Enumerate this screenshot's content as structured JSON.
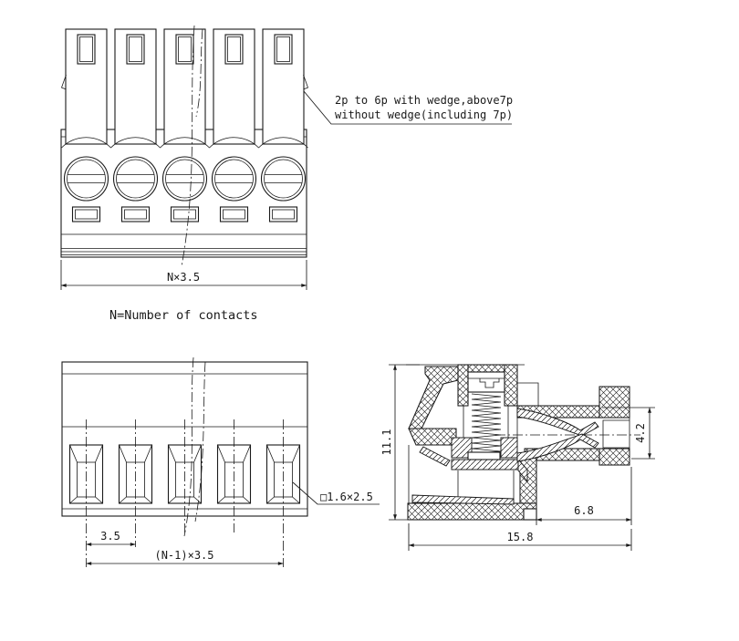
{
  "colors": {
    "background": "#ffffff",
    "line": "#1a1a1a"
  },
  "front_view": {
    "dim_total_pitch": "N×3.5",
    "wedge_note_line1": "2p to 6p with wedge,above7p",
    "wedge_note_line2": "without wedge(including 7p)"
  },
  "note_contacts": "N=Number of contacts",
  "bottom_view": {
    "dim_pitch": "3.5",
    "dim_span": "(N-1)×3.5",
    "dim_slot": "□1.6×2.5"
  },
  "section_view": {
    "dim_height": "11.1",
    "dim_hole": "4.2",
    "dim_depth": "6.8",
    "dim_length": "15.8"
  }
}
